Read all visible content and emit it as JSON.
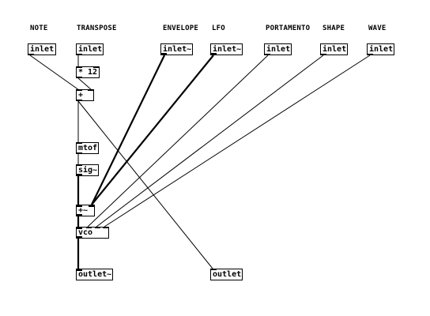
{
  "comments": {
    "note": "NOTE",
    "transpose": "TRANSPOSE",
    "envelope": "ENVELOPE",
    "lfo": "LFO",
    "portamento": "PORTAMENTO",
    "shape": "SHAPE",
    "wave": "WAVE"
  },
  "objects": {
    "inlet_note": "inlet",
    "inlet_transpose": "inlet",
    "inlet_envelope": "inlet~",
    "inlet_lfo": "inlet~",
    "inlet_portamento": "inlet",
    "inlet_shape": "inlet",
    "inlet_wave": "inlet",
    "mul": "* 12",
    "add": "+",
    "mtof": "mtof",
    "sig": "sig~",
    "sigadd": "+~",
    "vco": "vco",
    "outlet_sig": "outlet~",
    "outlet_ctl": "outlet"
  }
}
